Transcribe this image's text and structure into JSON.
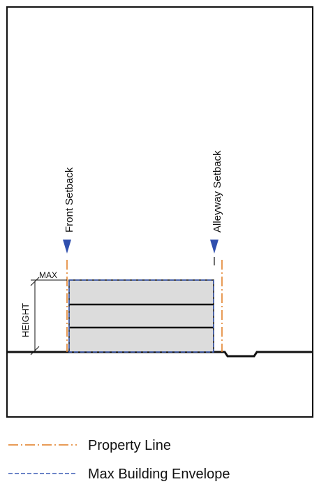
{
  "diagram": {
    "labels": {
      "front_setback": "Front Setback",
      "alleyway_setback": "Alleyway Setback",
      "max": "MAX",
      "height": "HEIGHT"
    },
    "floors": 3,
    "colors": {
      "frame": "#111111",
      "property_line": "#e07a1f",
      "envelope": "#3b5bb5",
      "building_fill": "#dcdcdc",
      "marker": "#2f4fae"
    }
  },
  "legend": {
    "items": [
      {
        "label": "Property Line",
        "style": "dash-dot",
        "color": "#e07a1f"
      },
      {
        "label": "Max Building Envelope",
        "style": "dashed",
        "color": "#3b5bb5"
      }
    ]
  }
}
